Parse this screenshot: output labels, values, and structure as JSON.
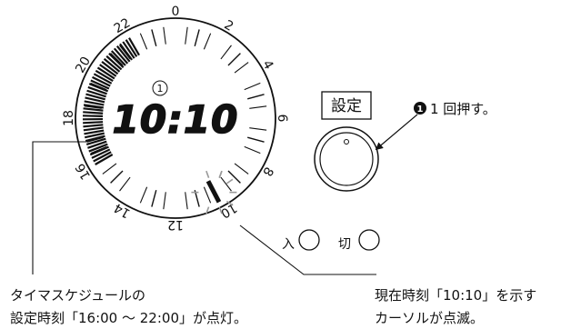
{
  "dial": {
    "hour_labels": [
      {
        "text": "0",
        "hour": 0
      },
      {
        "text": "2",
        "hour": 2
      },
      {
        "text": "4",
        "hour": 4
      },
      {
        "text": "6",
        "hour": 6
      },
      {
        "text": "8",
        "hour": 8
      },
      {
        "text": "10",
        "hour": 10
      },
      {
        "text": "12",
        "hour": 12
      },
      {
        "text": "14",
        "hour": 14
      },
      {
        "text": "16",
        "hour": 16
      },
      {
        "text": "18",
        "hour": 18
      },
      {
        "text": "20",
        "hour": 20
      },
      {
        "text": "22",
        "hour": 22
      }
    ],
    "schedule_hours": [
      16,
      22
    ],
    "cursor_hour": 10.17
  },
  "display": {
    "step_marker": "1",
    "time": "10:10"
  },
  "set_button": {
    "label": "設定"
  },
  "callouts": {
    "press": {
      "number": "1",
      "text": "1 回押す。"
    },
    "schedule": {
      "lines": [
        "タイマスケジュールの",
        "設定時刻「16:00 〜 22:00」が点灯。"
      ]
    },
    "cursor": {
      "lines": [
        "現在時刻「10:10」を示す",
        "カーソルが点滅。"
      ]
    }
  },
  "indicators": {
    "on": "入",
    "off": "切"
  }
}
